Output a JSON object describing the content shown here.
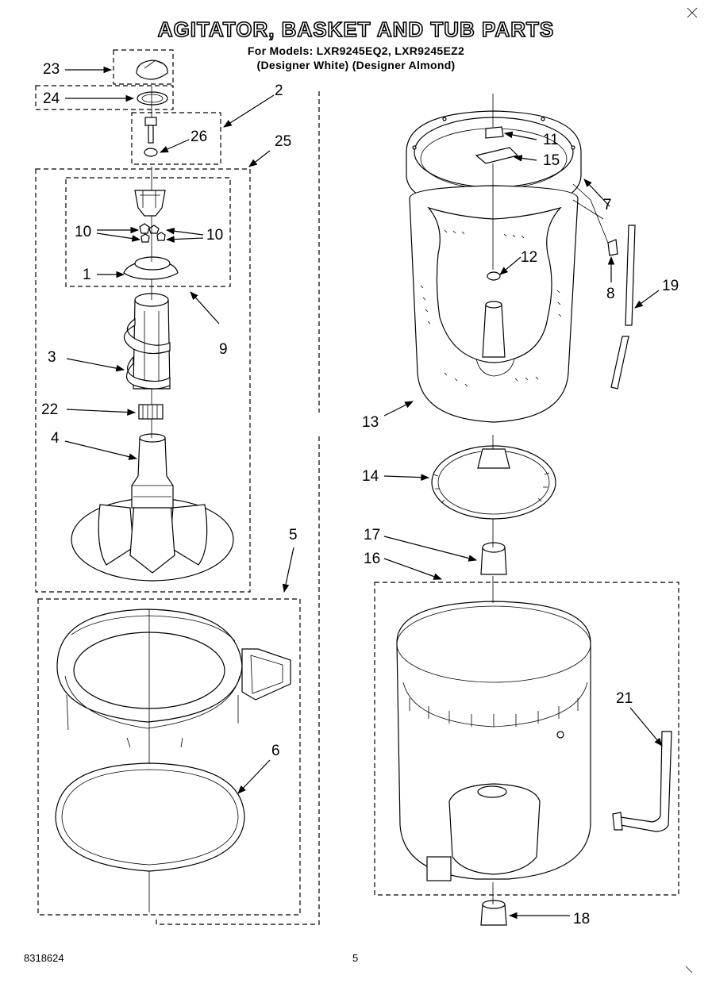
{
  "title": "AGITATOR, BASKET AND TUB PARTS",
  "models_line": "For Models: LXR9245EQ2, LXR9245EZ2",
  "variants_line": "(Designer White) (Designer Almond)",
  "doc_number": "8318624",
  "page_number": "5",
  "callouts": {
    "c1": "1",
    "c2": "2",
    "c3": "3",
    "c4": "4",
    "c5": "5",
    "c6": "6",
    "c7": "7",
    "c8": "8",
    "c9": "9",
    "c10a": "10",
    "c10b": "10",
    "c11": "11",
    "c12": "12",
    "c13": "13",
    "c14": "14",
    "c15": "15",
    "c16": "16",
    "c17": "17",
    "c18": "18",
    "c19": "19",
    "c21": "21",
    "c22": "22",
    "c23": "23",
    "c24": "24",
    "c25": "25",
    "c26": "26"
  }
}
